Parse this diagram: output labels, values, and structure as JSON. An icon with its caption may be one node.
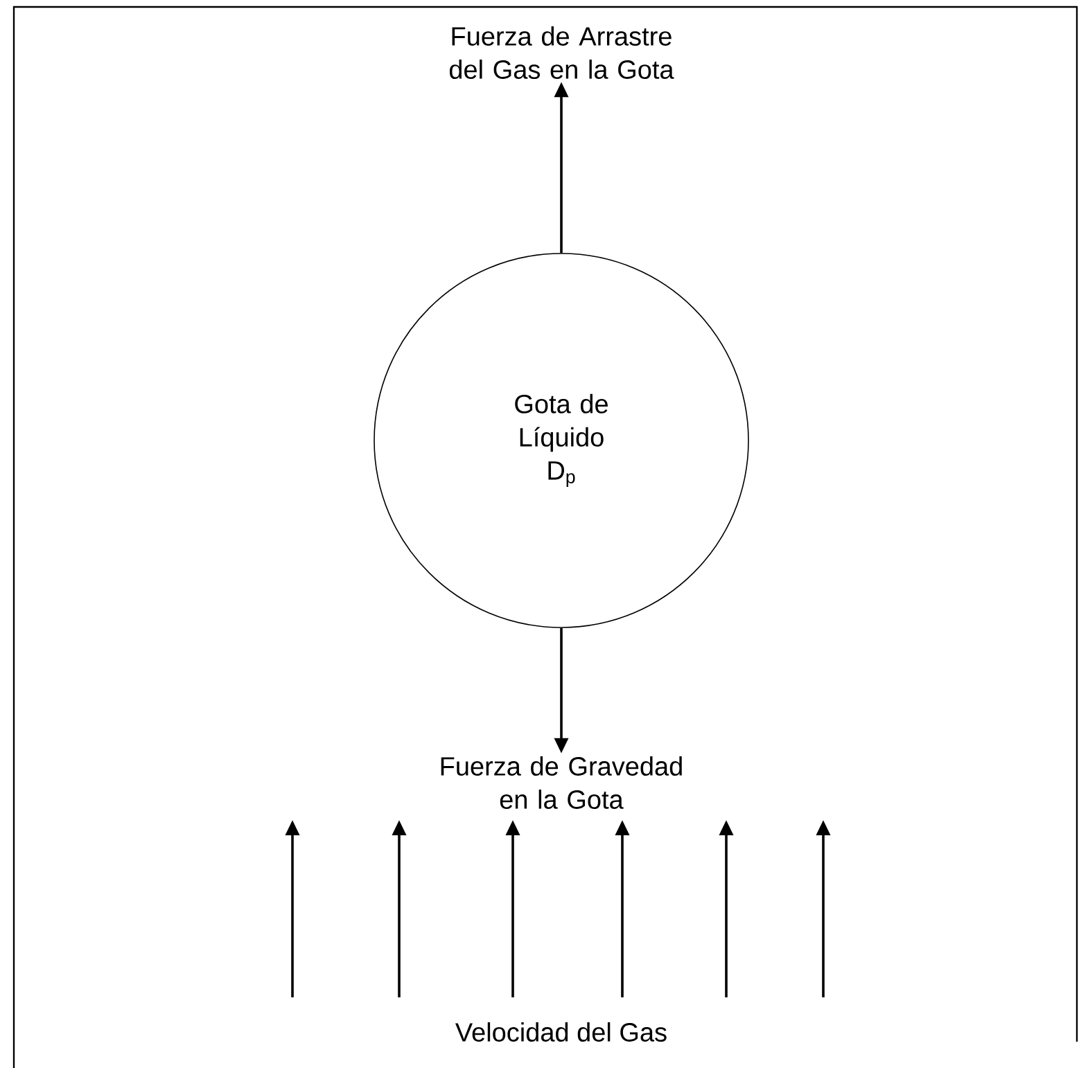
{
  "diagram": {
    "nodes": [
      {
        "text": [
          "Fuerza de Arrastre del Gas en la Gota"
        ]
      },
      {
        "text": [
          "Gota de Líquido",
          "D$_{p}$"
        ]
      },
      {
        "text": [
          "Fuerza de Gravedad en la Gota"
        ]
      }
    ],
    "edges": [
      {
        "from": 1,
        "to": 0,
        "arrow": "to"
      },
      {
        "from": 1,
        "to": 2,
        "arrow": "to"
      }
    ],
    "labels": [
      "Velocidad del Gas"
    ]
  }
}
